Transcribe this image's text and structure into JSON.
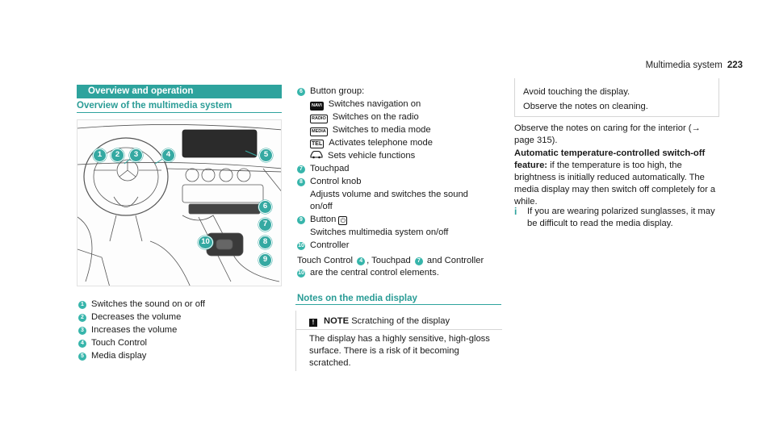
{
  "page_header": {
    "chapter": "Multimedia system",
    "page_number": "223"
  },
  "left": {
    "section_title": "Overview and operation",
    "sub_title": "Overview of the multimedia system",
    "legend": [
      {
        "n": "1",
        "text": "Switches the sound on or off"
      },
      {
        "n": "2",
        "text": "Decreases the volume"
      },
      {
        "n": "3",
        "text": "Increases the volume"
      },
      {
        "n": "4",
        "text": "Touch Control"
      },
      {
        "n": "5",
        "text": "Media display"
      }
    ]
  },
  "mid": {
    "item6": {
      "n": "6",
      "text": "Button group:"
    },
    "buttons": [
      {
        "key": "NAVI",
        "text": "Switches navigation on"
      },
      {
        "key": "RADIO",
        "text": "Switches on the radio"
      },
      {
        "key": "MEDIA",
        "text": "Switches to media mode"
      },
      {
        "key": "TEL",
        "text": "Activates telephone mode"
      },
      {
        "key": "car-icon",
        "text": "Sets vehicle functions"
      }
    ],
    "item7": {
      "n": "7",
      "text": "Touchpad"
    },
    "item8": {
      "n": "8",
      "text": "Control knob",
      "desc1": "Adjusts volume and switches the sound",
      "desc2": "on/off"
    },
    "item9": {
      "n": "9",
      "text": "Button",
      "symbol": "⏻",
      "desc": "Switches multimedia system on/off"
    },
    "item10": {
      "n": "10",
      "text": "Controller"
    },
    "summary": {
      "part1": "Touch Control",
      "n4": "4",
      "part2": ", Touchpad",
      "n7": "7",
      "part3": " and Controller",
      "n10": "10",
      "part4": "are the central control elements."
    },
    "notes_title": "Notes on the media display",
    "note": {
      "label": "NOTE",
      "title": "Scratching of the display",
      "body": "The display has a highly sensitive, high-gloss surface. There is a risk of it becoming scratched."
    }
  },
  "right": {
    "info1": "Avoid touching the display.",
    "info2": "Observe the notes on cleaning.",
    "para1": "Observe the notes on caring for the interior (→ page 315).",
    "para2_bold": "Automatic temperature-controlled switch-off feature:",
    "para2_rest": "if the temperature is too high, the brightness is initially reduced automatically. The media display may then switch off completely for a while.",
    "tip": "If you are wearing polarized sunglasses, it may be difficult to read the media display."
  },
  "figure": {
    "callouts": [
      "1",
      "2",
      "3",
      "4",
      "5",
      "6",
      "7",
      "8",
      "9",
      "10"
    ]
  }
}
